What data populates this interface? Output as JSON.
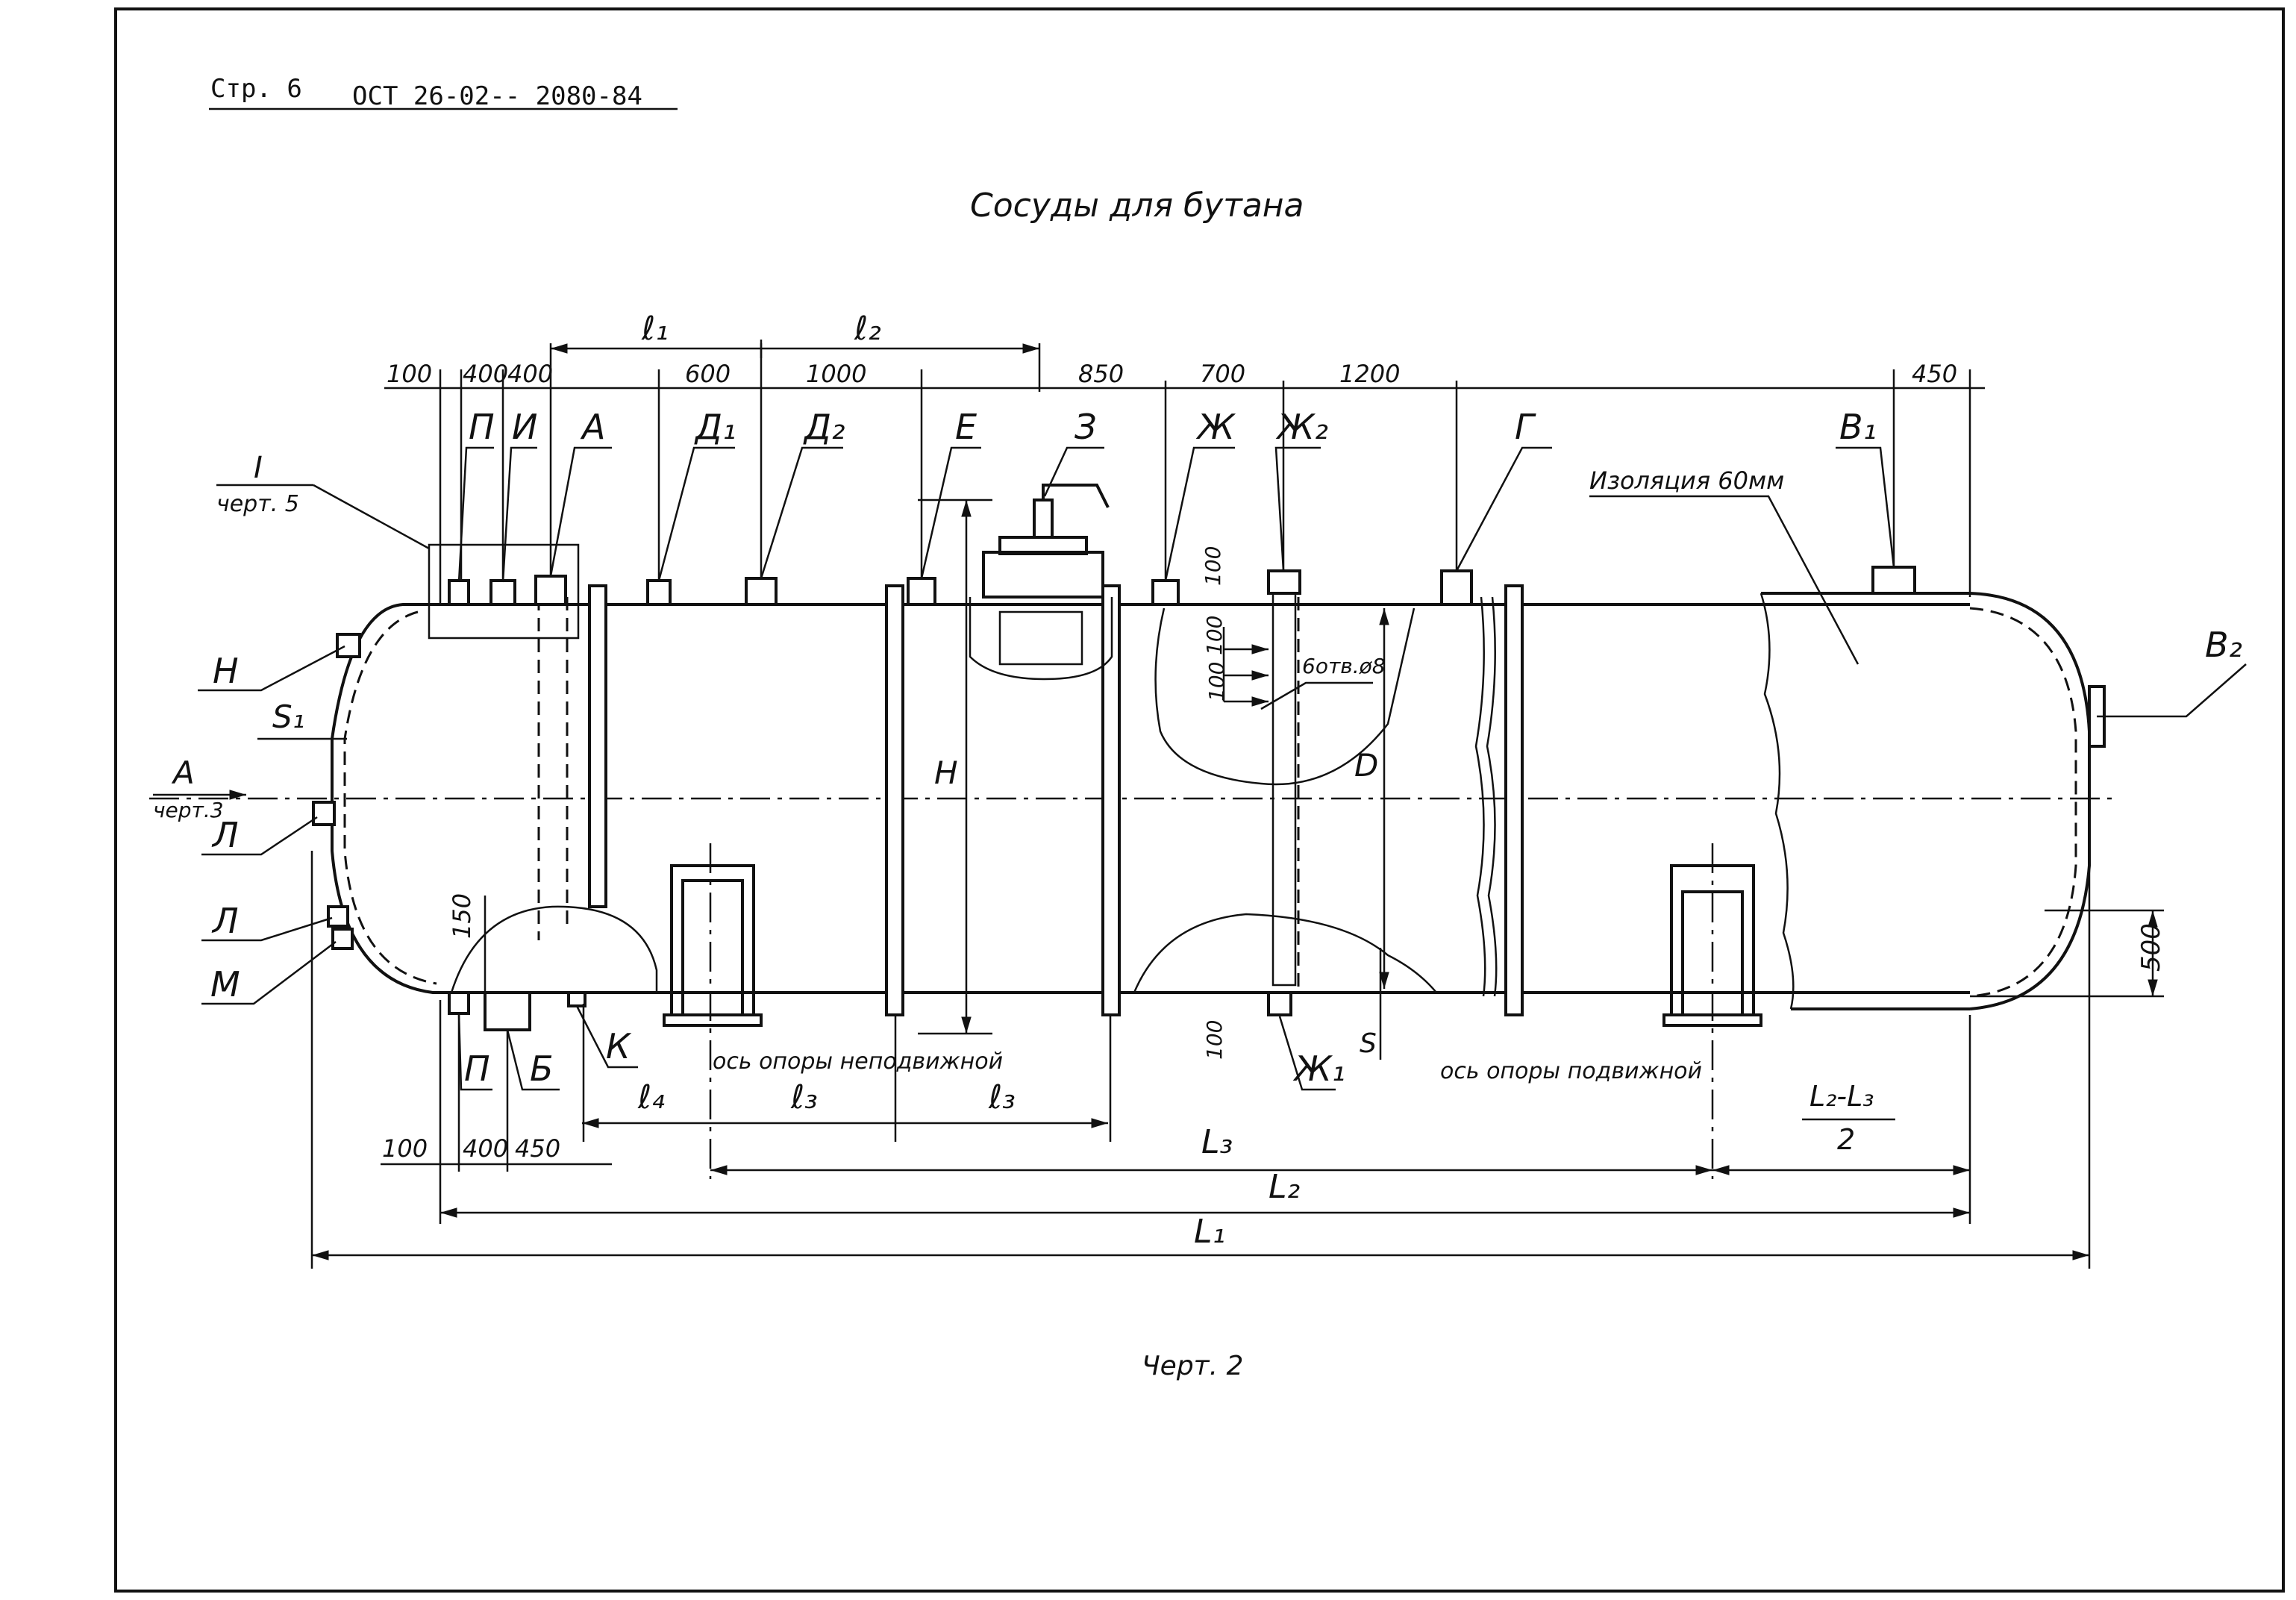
{
  "header": {
    "page": "Стр. 6",
    "standard": "ОСТ 26-02-- 2080-84"
  },
  "title": "Сосуды для бутана",
  "caption": "Черт. 2",
  "labels": {
    "P": "П",
    "I": "И",
    "A": "А",
    "D1": "Д₁",
    "D2": "Д₂",
    "E": "Е",
    "Z": "З",
    "Zh": "Ж",
    "Zh2": "Ж₂",
    "G": "Г",
    "V1": "В₁",
    "V2": "В₂",
    "N": "Н",
    "S1": "S₁",
    "L_a": "Л",
    "L_b": "Л",
    "M": "М",
    "P2": "П",
    "B": "Б",
    "K": "К",
    "Zh1": "Ж₁",
    "H": "Н",
    "Dd": "D",
    "S": "S",
    "A_view": "А",
    "A_view_ref": "черт.3",
    "I_detail": "I",
    "I_detail_ref": "черт. 5"
  },
  "notes": {
    "insulation": "Изоляция 60мм",
    "holes": "6отв.ø8",
    "fixed_support": "ось опоры неподвижной",
    "moving_support": "ось опоры подвижной"
  },
  "dims": {
    "d100a": "100",
    "d400a": "400",
    "d400b": "400",
    "d600": "600",
    "d1000": "1000",
    "d850": "850",
    "d700": "700",
    "d1200": "1200",
    "d450a": "450",
    "l1": "ℓ₁",
    "l2": "ℓ₂",
    "l3a": "ℓ₃",
    "l3b": "ℓ₃",
    "l4": "ℓ₄",
    "d100b": "100",
    "d400c": "400",
    "d450b": "450",
    "L3": "L₃",
    "L2": "L₂",
    "L1": "L₁",
    "frac_num": "L₂-L₃",
    "frac_den": "2",
    "v150": "150",
    "v100a": "100",
    "v100b": "100",
    "v100c": "100",
    "v100d": "100",
    "v500": "500"
  }
}
